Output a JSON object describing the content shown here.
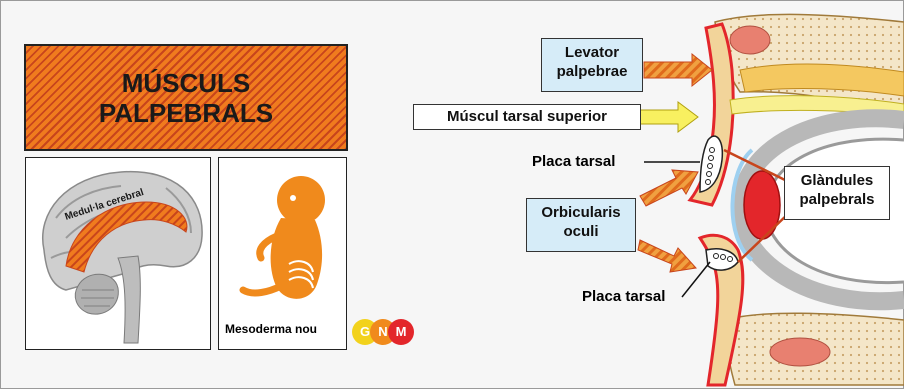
{
  "title": {
    "line1": "MÚSCULS",
    "line2": "PALPEBRALS",
    "hatch_colors": [
      "#f07b1e",
      "#c8451c"
    ]
  },
  "brain_panel": {
    "label": "Medul·la cerebral"
  },
  "embryo_panel": {
    "label": "Mesoderma nou"
  },
  "gnm_badge": {
    "letters": [
      "G",
      "N",
      "M"
    ],
    "colors": [
      "#f2d21c",
      "#f08a1c",
      "#e3262b"
    ]
  },
  "eye_diagram": {
    "levator_label": "Levator palpebrae",
    "levator_line1": "Levator",
    "levator_line2": "palpebrae",
    "tarsal_superior_label": "Múscul tarsal superior",
    "placa_tarsal_top": "Placa tarsal",
    "orbicularis_line1": "Orbicularis",
    "orbicularis_line2": "oculi",
    "glandules_line1": "Glàndules",
    "glandules_line2": "palpebrals",
    "placa_tarsal_bottom": "Placa tarsal"
  }
}
